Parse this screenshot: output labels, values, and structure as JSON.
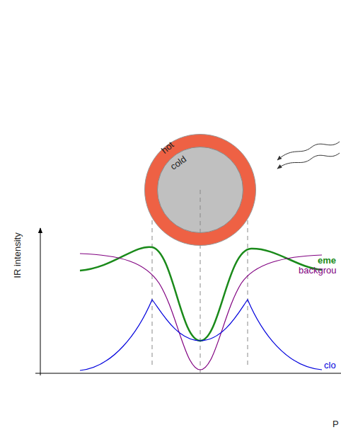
{
  "diagram": {
    "nodes": [
      {
        "text": [
          "hot"
        ]
      },
      {
        "text": [
          "cold"
        ],
        "in": 0
      }
    ],
    "labels": [
      "IR intensity",
      "eme",
      "backgrou",
      "clo",
      "P"
    ]
  }
}
